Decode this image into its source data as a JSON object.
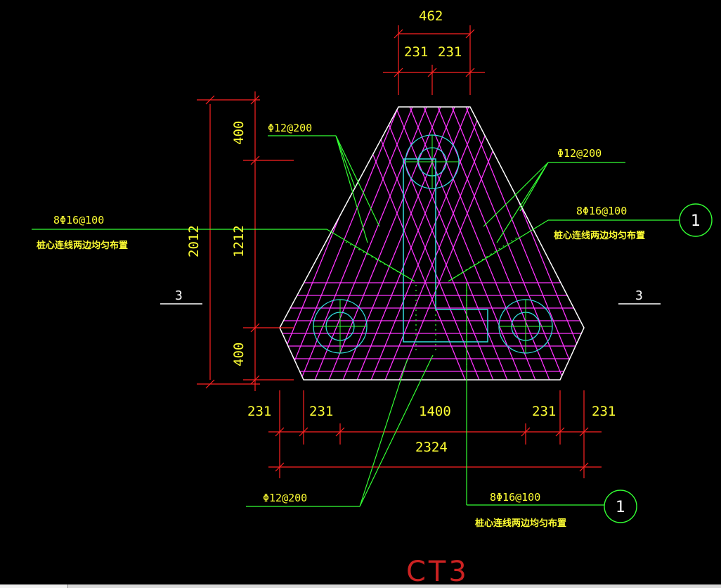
{
  "drawing": {
    "title": "CT3",
    "dimensions": {
      "top_total": "462",
      "top_left": "231",
      "top_right": "231",
      "left_total": "2012",
      "left_top": "400",
      "left_mid": "1212",
      "left_bottom": "400",
      "bottom_1": "231",
      "bottom_2": "231",
      "bottom_mid": "1400",
      "bottom_3": "231",
      "bottom_4": "231",
      "bottom_total": "2324"
    },
    "annotations": {
      "rebar_top_left": "Φ12@200",
      "rebar_top_right": "Φ12@200",
      "rebar_bottom": "Φ12@200",
      "rebar_left": "8Φ16@100",
      "rebar_right": "8Φ16@100",
      "rebar_bottom_right": "8Φ16@100",
      "note_left": "桩心连线两边均匀布置",
      "note_right": "桩心连线两边均匀布置",
      "note_bottom_right": "桩心连线两边均匀布置"
    },
    "section_marks": {
      "left": "3",
      "right": "3"
    },
    "callouts": {
      "right": "1",
      "bottom": "1"
    },
    "colors": {
      "background": "#000000",
      "outline": "#ffffff",
      "rebar_mesh": "#ff33ff",
      "dimension": "#ff2222",
      "text": "#ffff33",
      "leader": "#33ff33",
      "pile": "#33dddd",
      "title": "#cc2222"
    }
  }
}
